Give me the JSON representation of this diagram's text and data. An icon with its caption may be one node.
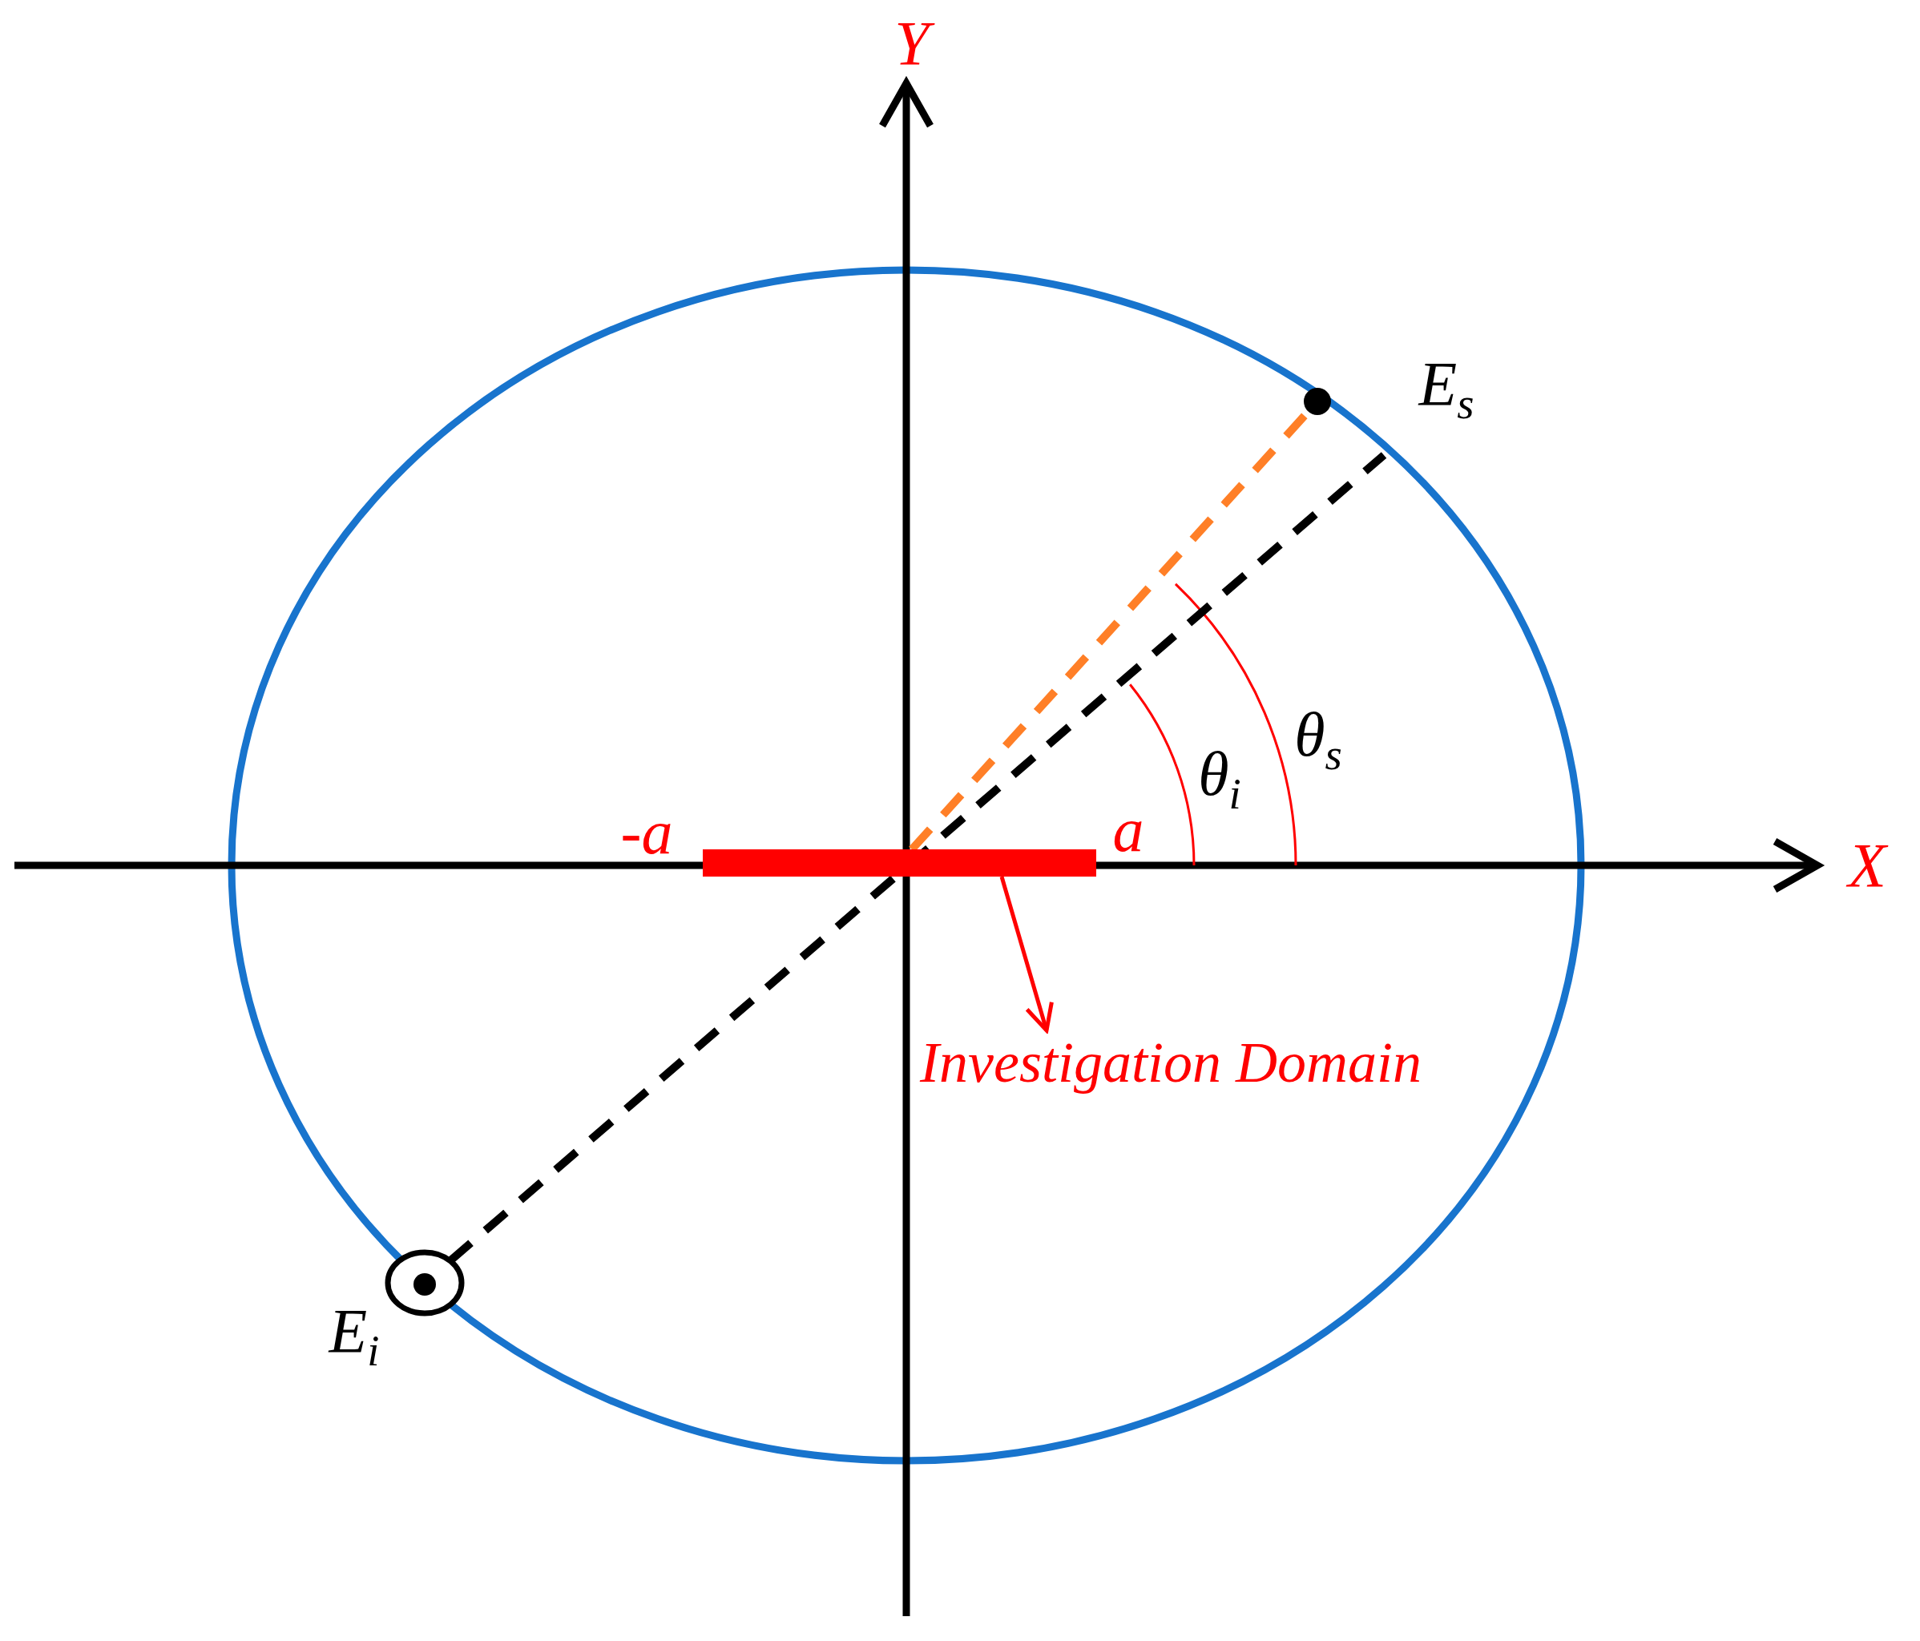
{
  "diagram": {
    "nodes": [
      {
        "text": [],
        "shape": "bar"
      },
      {
        "text": [
          "Investigation Domain"
        ]
      },
      {
        "text": [],
        "shape": "circle",
        "beside": [
          "E$_{s}$"
        ]
      },
      {
        "text": [],
        "shape": "circle",
        "beside": [
          "E$_{i}$"
        ]
      }
    ],
    "edges": [
      {
        "from": 0,
        "to": 1,
        "arrow": "to",
        "color": "#ff0000"
      },
      {
        "from": 0,
        "to": 2,
        "arrow": "none",
        "style": "dashed",
        "color": "#ff7f27"
      },
      {
        "from": 3,
        "to": null,
        "arrow": "none",
        "style": "dashed",
        "color": "#000000"
      }
    ],
    "labels": [
      "Y",
      "θ$_{s}$",
      "θ$_{i}$",
      "-a",
      "a",
      "X"
    ]
  }
}
